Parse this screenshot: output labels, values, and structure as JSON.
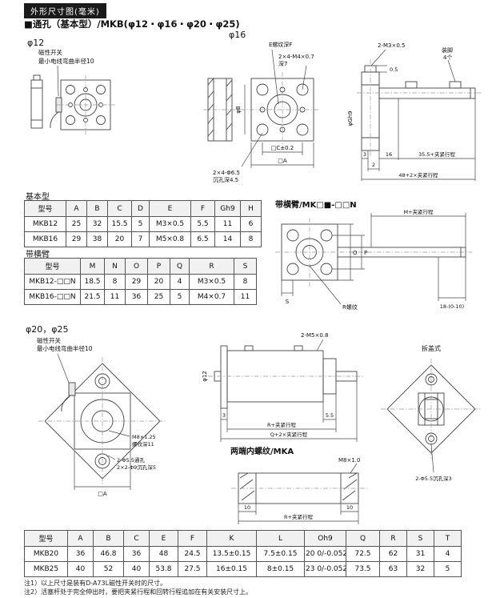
{
  "page": {
    "header_title": "外形尺寸图(毫米)",
    "subtitle": "■通孔（基本型）/MKB(φ12・φ16・φ20・φ25)"
  },
  "section_labels": {
    "d12": "φ12",
    "d16": "φ16",
    "basic": "基本型",
    "arm": "带横臂",
    "arm_drawing_title": "带横臂/MK□■-□□N",
    "d2025": "φ20，φ25",
    "mka": "两端内螺纹/MKA"
  },
  "drawing_d12": {
    "switch_label": "磁性开关",
    "wire_note": "最小电线弯曲半径10"
  },
  "drawing_d16": {
    "dia_b": "φB",
    "thread_note": "E螺纹深F",
    "hole_note1": "2×4-M4×0.7",
    "hole_note1b": "深7",
    "dim_c": "□C±0.2",
    "dim_a": "□A",
    "hole_note2": "2×4-Φ6.5",
    "hole_note2b": "沉孔深4.5"
  },
  "drawing_side": {
    "thread_note": "2-M3×0.5",
    "foot_label": "装脚",
    "foot_qty": "4个",
    "dim_05": "0.5",
    "dia_g": "φGh9",
    "dim_3": "3",
    "dim_2": "2",
    "dim_16": "16",
    "dim_355": "35.5+夹紧行程",
    "dim_48": "48+2×夹紧行程"
  },
  "drawing_arm": {
    "dim_m": "M+夹紧行程",
    "dim_o": "O",
    "dim_p": "P",
    "dim_s": "S",
    "thread_r": "R螺纹",
    "dim_18": "18-(0-10)"
  },
  "drawing_d20": {
    "switch_label": "磁性开关",
    "wire_note": "最小电线弯曲半径10",
    "thread_note": "M8×1.25",
    "thread_depth": "螺纹深11",
    "hole_note1": "2-Φ5.5通孔",
    "hole_note2": "2×2-Φ9沉孔深5",
    "dim_a": "□A"
  },
  "drawing_cyl20": {
    "thread_note": "2-M5×0.8",
    "dia_12": "φ12",
    "dim_3": "3",
    "dim_55": "5.5",
    "dim_r": "R+夹紧行程",
    "dim_q": "Q+2×夹紧行程"
  },
  "drawing_cover": {
    "title": "拆盖式",
    "hole_note": "2-Φ5.5沉孔深3"
  },
  "drawing_mka": {
    "thread_note": "M8×1.0",
    "dim_10_left": "10",
    "dim_10_right": "10",
    "dim_r": "R+夹紧行程"
  },
  "tables": {
    "basic": {
      "headers": [
        "型号",
        "A",
        "B",
        "C",
        "D",
        "E",
        "F",
        "Gh9",
        "H"
      ],
      "rows": [
        [
          "MKB12",
          "25",
          "32",
          "15.5",
          "5",
          "M3×0.5",
          "5.5",
          "11",
          "6"
        ],
        [
          "MKB16",
          "29",
          "38",
          "20",
          "7",
          "M5×0.8",
          "6.5",
          "14",
          "8"
        ]
      ]
    },
    "arm": {
      "headers": [
        "型号",
        "M",
        "N",
        "O",
        "P",
        "Q",
        "R",
        "S"
      ],
      "rows": [
        [
          "MKB12-□□N",
          "18.5",
          "8",
          "29",
          "20",
          "4",
          "M3×0.5",
          "8"
        ],
        [
          "MKB16-□□N",
          "21.5",
          "11",
          "36",
          "25",
          "5",
          "M4×0.7",
          "11"
        ]
      ]
    },
    "large": {
      "headers": [
        "型号",
        "A",
        "B",
        "C",
        "E",
        "F",
        "K",
        "L",
        "Oh9",
        "Q",
        "R",
        "S",
        "T"
      ],
      "rows": [
        [
          "MKB20",
          "36",
          "46.8",
          "36",
          "48",
          "24.5",
          "13.5±0.15",
          "7.5±0.15",
          "20 0/-0.052",
          "72.5",
          "62",
          "31",
          "4"
        ],
        [
          "MKB25",
          "40",
          "52",
          "40",
          "53.8",
          "27.5",
          "16±0.15",
          "8±0.15",
          "23 0/-0.052",
          "73.5",
          "63",
          "32",
          "5"
        ]
      ]
    }
  },
  "footnotes": [
    "注1）以上尺寸是装有D-A73L磁性开关时的尺寸。",
    "注2）活塞杆处于完全伸出时，要把夹紧行程和回转行程追加在有关安装尺寸上。"
  ]
}
